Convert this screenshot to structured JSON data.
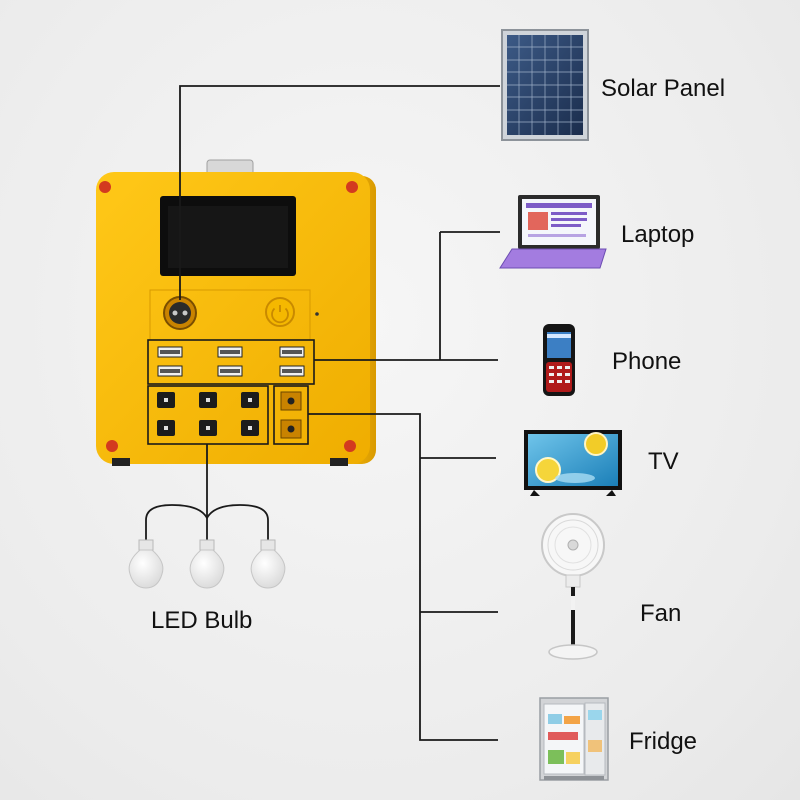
{
  "labels": {
    "solar_panel": "Solar Panel",
    "laptop": "Laptop",
    "phone": "Phone",
    "tv": "TV",
    "fan": "Fan",
    "fridge": "Fridge",
    "led_bulb": "LED Bulb"
  },
  "colors": {
    "unit_body": "#f2b705",
    "unit_frame": "#e9a800",
    "connector_line": "#1a1a1a",
    "background": "#ededed"
  },
  "icons": [
    "solar-panel-icon",
    "laptop-icon",
    "phone-icon",
    "tv-icon",
    "fan-icon",
    "fridge-icon",
    "led-bulb-icon",
    "usb-port-icon",
    "dc-port-icon",
    "power-button-icon",
    "charging-port-icon"
  ]
}
